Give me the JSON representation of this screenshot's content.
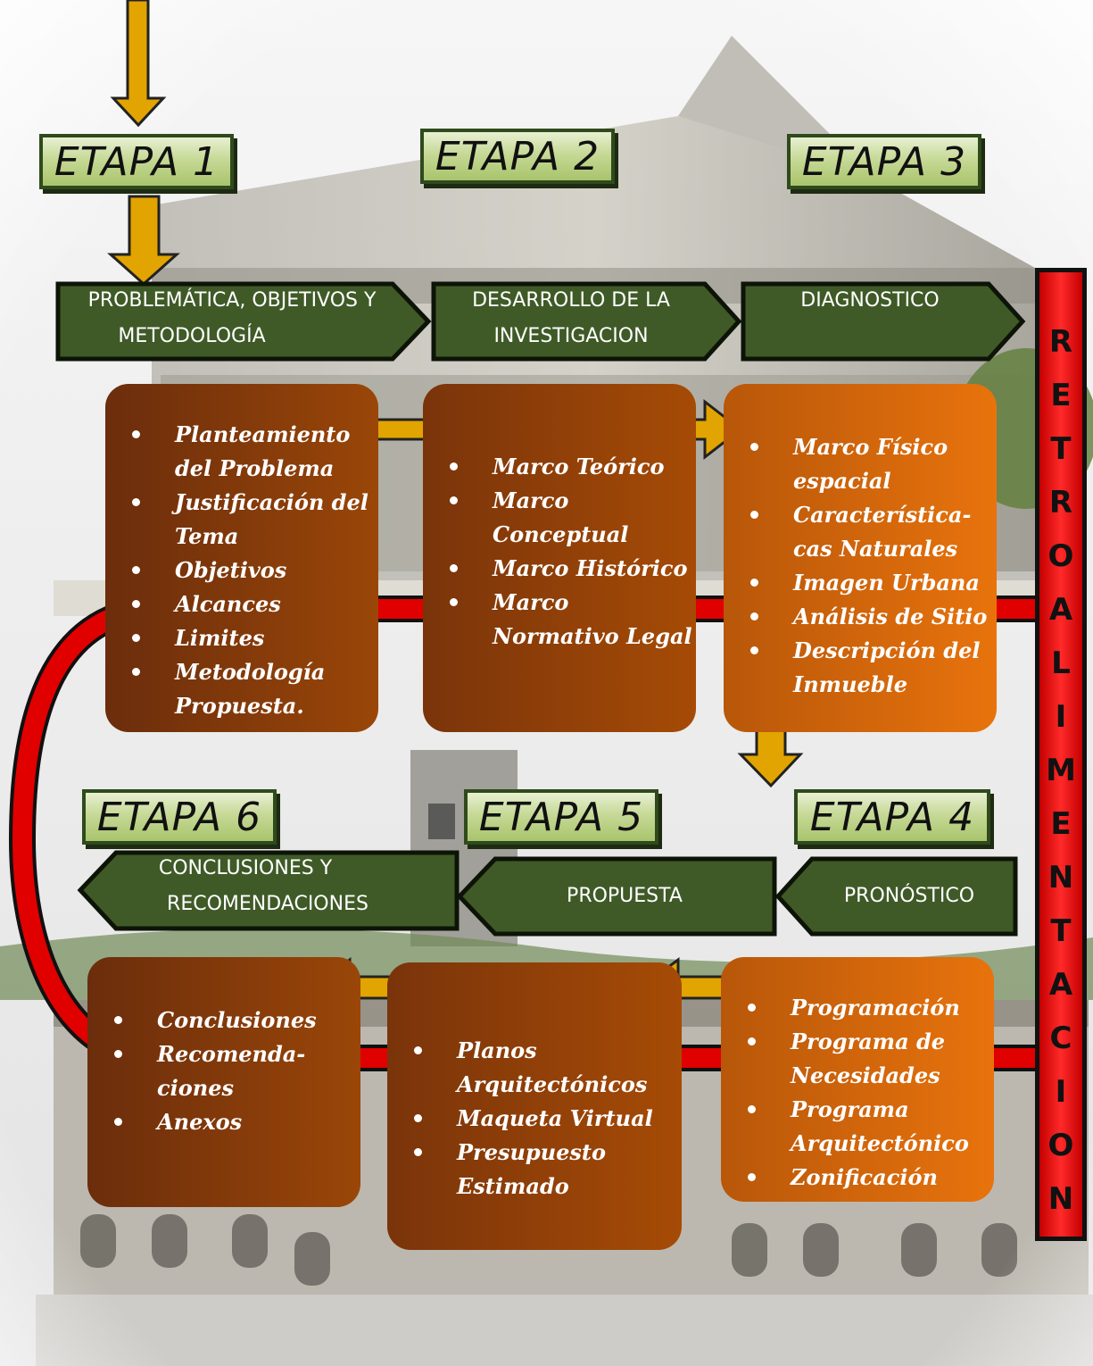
{
  "stages": [
    {
      "etapa": "ETAPA 1",
      "title": [
        "PROBLEMÁTICA, OBJETIVOS Y",
        "METODOLOGÍA"
      ],
      "items": [
        "Planteamiento del Problema",
        "Justificación  del Tema",
        "Objetivos",
        "Alcances",
        "Limites",
        "Metodología Propuesta."
      ]
    },
    {
      "etapa": "ETAPA 2",
      "title": [
        "DESARROLLO DE LA",
        "INVESTIGACION"
      ],
      "items": [
        "Marco Teórico",
        "Marco Conceptual",
        "Marco Histórico",
        "Marco Normativo Legal"
      ]
    },
    {
      "etapa": "ETAPA 3",
      "title": [
        "",
        "DIAGNOSTICO"
      ],
      "items": [
        "Marco Físico espacial",
        "Característica-cas Naturales",
        "Imagen Urbana",
        "Análisis de Sitio",
        "Descripción del Inmueble"
      ]
    },
    {
      "etapa": "ETAPA 4",
      "title": [
        "",
        "PRONÓSTICO"
      ],
      "items": [
        "Programación",
        "Programa de Necesidades",
        "Programa Arquitectónico",
        "Zonificación"
      ]
    },
    {
      "etapa": "ETAPA 5",
      "title": [
        "",
        "PROPUESTA"
      ],
      "items": [
        "Planos Arquitectónicos",
        "Maqueta Virtual",
        "Presupuesto Estimado"
      ]
    },
    {
      "etapa": "ETAPA 6",
      "title": [
        "CONCLUSIONES   Y",
        "RECOMENDACIONES"
      ],
      "items": [
        "Conclusiones",
        "Recomenda-ciones",
        "Anexos"
      ]
    }
  ],
  "feedback_label": "RETROALIMENTACION",
  "colors": {
    "banner": "#3f5a27",
    "arrow": "#e2a400",
    "loop": "#e00000",
    "retro": "#ff1a1a"
  }
}
